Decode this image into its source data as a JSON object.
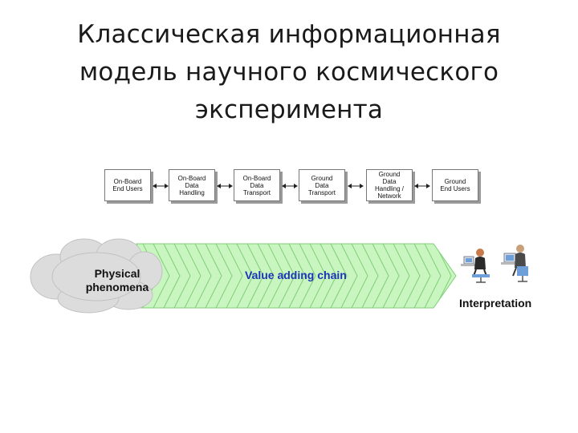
{
  "title": {
    "line1": "Классическая информационная",
    "line2": "модель научного космического",
    "line3": "эксперимента"
  },
  "flow": {
    "boxes": [
      "On-Board\nEnd Users",
      "On-Board\nData\nHandling",
      "On-Board\nData\nTransport",
      "Ground\nData\nTransport",
      "Ground\nData\nHandling /\nNetwork",
      "Ground\nEnd Users"
    ]
  },
  "chain": {
    "source_label": "Physical\nphenomena",
    "chain_label": "Value adding chain",
    "target_label": "Interpretation"
  },
  "colors": {
    "chain_fill": "#c8f5c0",
    "chain_stroke": "#7fcf76",
    "cloud_fill": "#dcdcdc",
    "chain_text": "#1b34b8"
  },
  "icons": [
    "cloud-icon",
    "person-at-computer-icon"
  ]
}
